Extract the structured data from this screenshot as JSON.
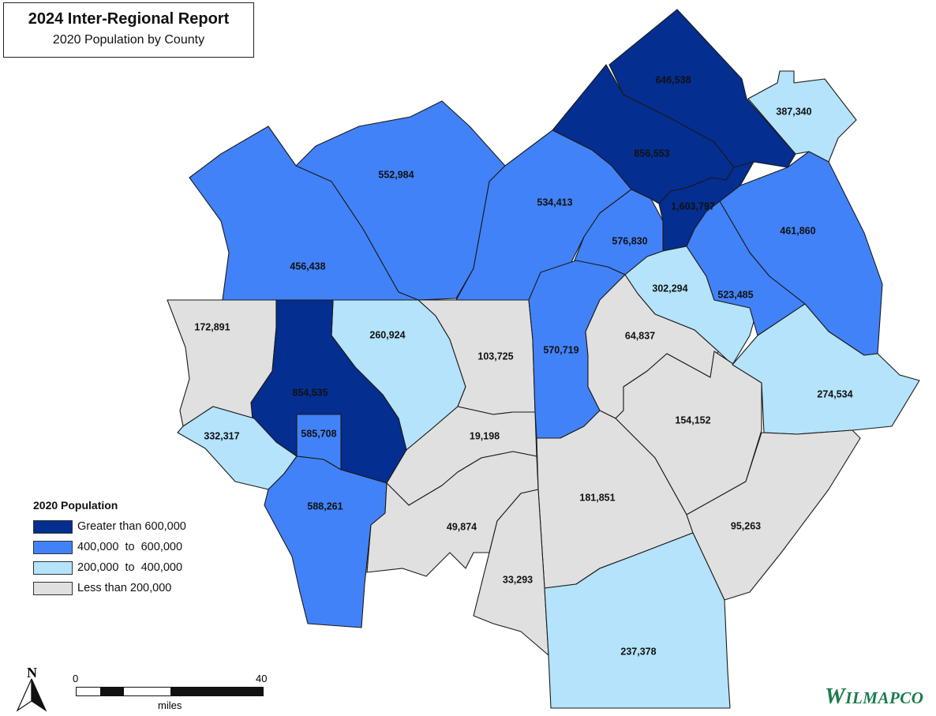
{
  "header": {
    "title": "2024 Inter-Regional Report",
    "subtitle": "2020 Population by County"
  },
  "colors": {
    "greater_600k": "#042e8f",
    "range_400_600k": "#4282f8",
    "range_200_400k": "#b4e3fb",
    "less_200k": "#e0e0e0"
  },
  "counties": [
    {
      "label": "646,538",
      "class": "greater_600k"
    },
    {
      "label": "387,340",
      "class": "range_200_400k"
    },
    {
      "label": "856,553",
      "class": "greater_600k"
    },
    {
      "label": "1,603,797",
      "class": "greater_600k"
    },
    {
      "label": "552,984",
      "class": "range_400_600k"
    },
    {
      "label": "534,413",
      "class": "range_400_600k"
    },
    {
      "label": "456,438",
      "class": "range_400_600k"
    },
    {
      "label": "576,830",
      "class": "range_400_600k"
    },
    {
      "label": "461,860",
      "class": "range_400_600k"
    },
    {
      "label": "302,294",
      "class": "range_200_400k"
    },
    {
      "label": "523,485",
      "class": "range_400_600k"
    },
    {
      "label": "172,891",
      "class": "less_200k"
    },
    {
      "label": "260,924",
      "class": "range_200_400k"
    },
    {
      "label": "103,725",
      "class": "less_200k"
    },
    {
      "label": "570,719",
      "class": "range_400_600k"
    },
    {
      "label": "64,837",
      "class": "less_200k"
    },
    {
      "label": "854,535",
      "class": "greater_600k"
    },
    {
      "label": "585,708",
      "class": "range_400_600k"
    },
    {
      "label": "332,317",
      "class": "range_200_400k"
    },
    {
      "label": "19,198",
      "class": "less_200k"
    },
    {
      "label": "154,152",
      "class": "less_200k"
    },
    {
      "label": "274,534",
      "class": "range_200_400k"
    },
    {
      "label": "588,261",
      "class": "range_400_600k"
    },
    {
      "label": "49,874",
      "class": "less_200k"
    },
    {
      "label": "181,851",
      "class": "less_200k"
    },
    {
      "label": "95,263",
      "class": "less_200k"
    },
    {
      "label": "33,293",
      "class": "less_200k"
    },
    {
      "label": "237,378",
      "class": "range_200_400k"
    }
  ],
  "legend": {
    "title": "2020 Population",
    "items": [
      {
        "label": "Greater than 600,000",
        "class": "greater_600k"
      },
      {
        "label": "400,000  to  600,000",
        "class": "range_400_600k"
      },
      {
        "label": "200,000  to  400,000",
        "class": "range_200_400k"
      },
      {
        "label": "Less than 200,000",
        "class": "less_200k"
      }
    ]
  },
  "north_arrow": {
    "label": "N",
    "icon": "north-arrow-icon"
  },
  "scale_bar": {
    "start": "0",
    "end": "40",
    "unit": "miles"
  },
  "logo": {
    "initial": "W",
    "rest": "ILMAPCO"
  }
}
